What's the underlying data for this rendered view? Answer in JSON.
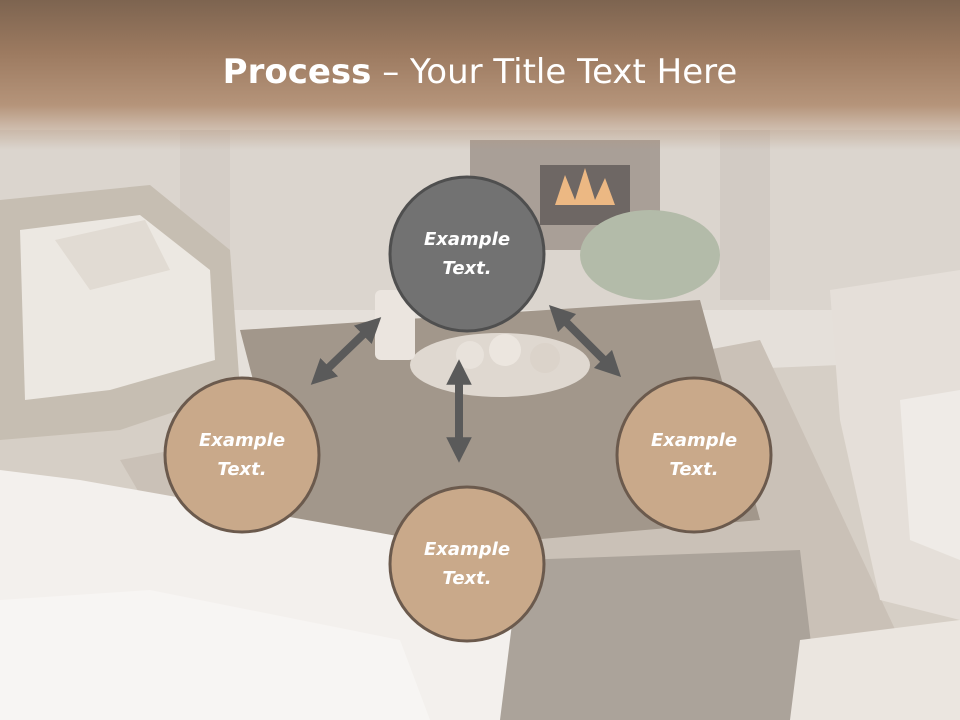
{
  "title": {
    "bold": "Process",
    "dash": " – ",
    "rest": "Your Title Text Here"
  },
  "nodes": [
    {
      "id": "top",
      "line1": "Example",
      "line2": "Text.",
      "fill": "#727272"
    },
    {
      "id": "left",
      "line1": "Example",
      "line2": "Text.",
      "fill": "#c9a98a"
    },
    {
      "id": "right",
      "line1": "Example",
      "line2": "Text.",
      "fill": "#c9a98a"
    },
    {
      "id": "bottom",
      "line1": "Example",
      "line2": "Text.",
      "fill": "#c9a98a"
    }
  ],
  "colors": {
    "node_border": "#6b5a4d",
    "arrow": "#5a5a5a",
    "title_band": "#9c7a60"
  }
}
